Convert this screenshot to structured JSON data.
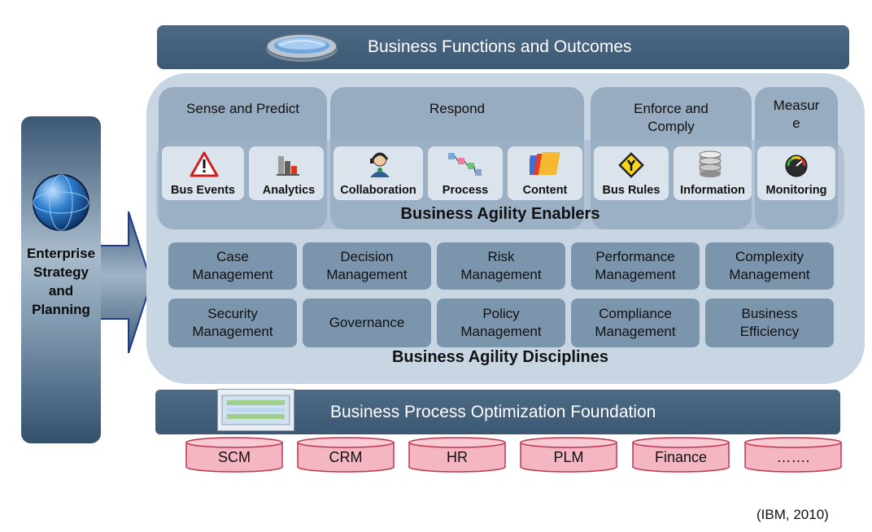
{
  "top_bar": {
    "title": "Business Functions and Outcomes"
  },
  "left_pillar": {
    "label": "Enterprise\nStrategy\nand\nPlanning"
  },
  "columns": [
    {
      "title": "Sense and Predict"
    },
    {
      "title": "Respond"
    },
    {
      "title": "Enforce and\nComply"
    },
    {
      "title": "Measur\ne"
    }
  ],
  "enablers": {
    "title": "Business Agility Enablers",
    "items": [
      {
        "label": "Bus Events",
        "icon": "warning-icon"
      },
      {
        "label": "Analytics",
        "icon": "bar-chart-icon"
      },
      {
        "label": "Collaboration",
        "icon": "person-headset-icon"
      },
      {
        "label": "Process",
        "icon": "process-flow-icon"
      },
      {
        "label": "Content",
        "icon": "folders-icon"
      },
      {
        "label": "Bus Rules",
        "icon": "rule-sign-icon"
      },
      {
        "label": "Information",
        "icon": "database-icon"
      },
      {
        "label": "Monitoring",
        "icon": "gauge-icon"
      }
    ]
  },
  "disciplines": {
    "title": "Business Agility Disciplines",
    "rows": [
      [
        "Case\nManagement",
        "Decision\nManagement",
        "Risk\nManagement",
        "Performance\nManagement",
        "Complexity\nManagement"
      ],
      [
        "Security\nManagement",
        "Governance",
        "Policy\nManagement",
        "Compliance\nManagement",
        "Business\nEfficiency"
      ]
    ]
  },
  "foundation": {
    "title": "Business Process Optimization Foundation"
  },
  "systems": [
    "SCM",
    "CRM",
    "HR",
    "PLM",
    "Finance",
    "……."
  ],
  "source": "(IBM, 2010)",
  "colors": {
    "dark_bar": "#41607c",
    "panel": "#c8d6e3",
    "discipline_box": "#7b95ad",
    "cylinder": "#f4b6c2",
    "cylinder_border": "#c0344f"
  }
}
